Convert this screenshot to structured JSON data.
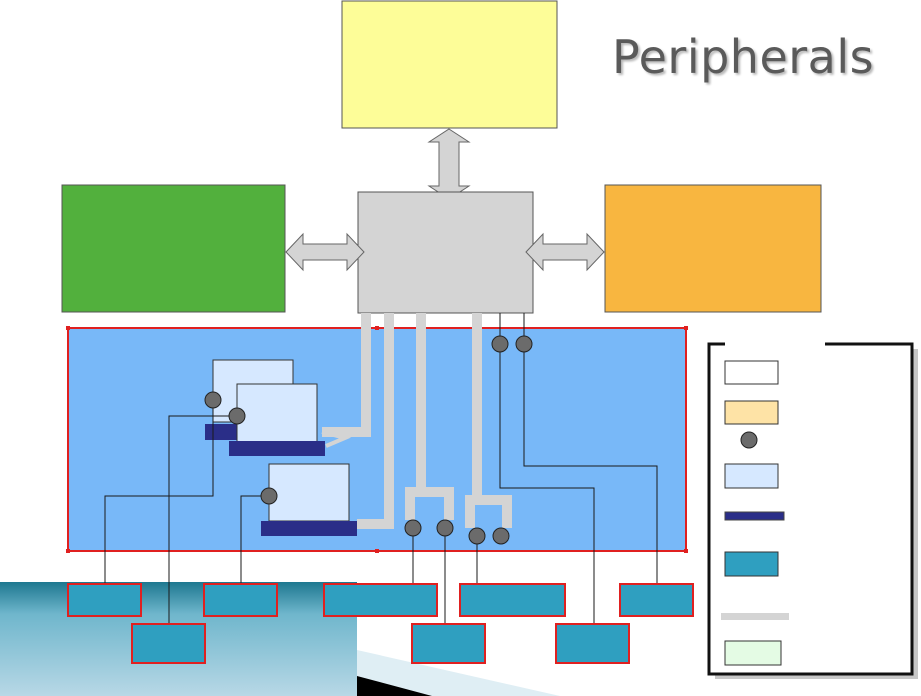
{
  "slide": {
    "title": "Peripherals"
  },
  "colors": {
    "top_block": "#fdfd98",
    "left_block": "#52b03d",
    "right_block": "#f8b640",
    "hub_block": "#d4d4d4",
    "bus_region": "#78b8f8",
    "region_border": "#e02020",
    "peripheral_box": "#2f9fc0",
    "connector_dot": "#6b6b6b",
    "module_box": "#d6e8ff",
    "pad_bar": "#2a2e88",
    "bus_line": "#d4d4d4",
    "legend_orange": "#fee3a6",
    "legend_green": "#e4fbe4",
    "footer_band": "#1f7a90"
  },
  "legend": {
    "items": [
      {
        "kind": "white-box"
      },
      {
        "kind": "orange-box"
      },
      {
        "kind": "dot"
      },
      {
        "kind": "light-blue-box"
      },
      {
        "kind": "dark-bar"
      },
      {
        "kind": "teal-box"
      },
      {
        "kind": "grey-line"
      },
      {
        "kind": "light-green-box"
      }
    ]
  }
}
